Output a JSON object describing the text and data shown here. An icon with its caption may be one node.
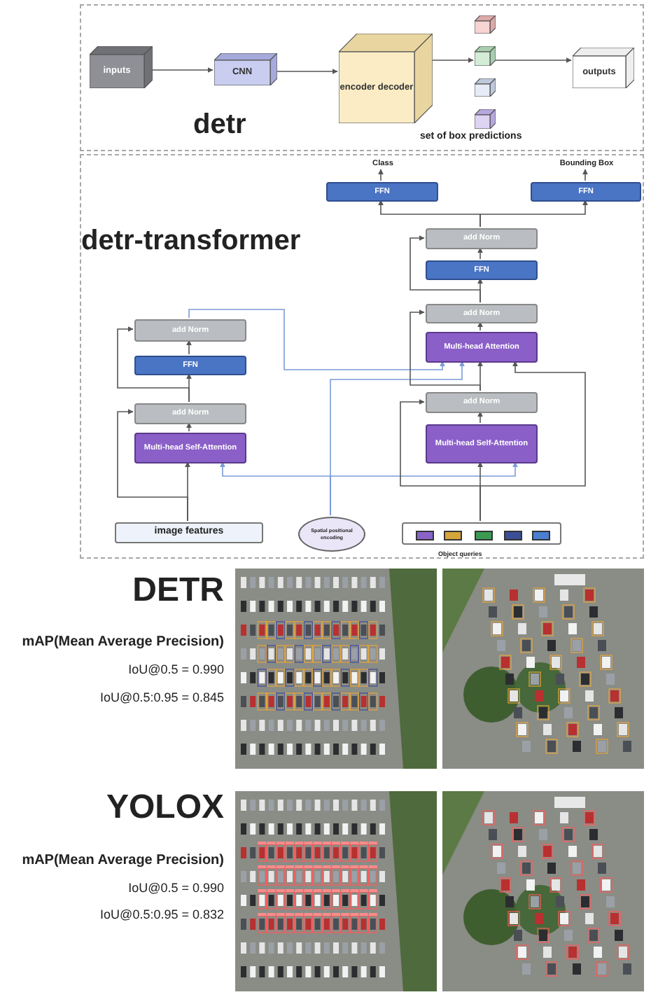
{
  "diagram": {
    "nodes": [
      {
        "text": [
          "detr"
        ]
      },
      {
        "text": [
          "inputs"
        ],
        "in": 0
      },
      {
        "text": [
          "CNN"
        ],
        "in": 0
      },
      {
        "text": [
          "encoder decoder"
        ],
        "in": 0
      },
      {
        "text": [],
        "shape": "box",
        "in": 0
      },
      {
        "text": [],
        "shape": "box",
        "in": 0
      },
      {
        "text": [],
        "shape": "box",
        "in": 0
      },
      {
        "text": [],
        "shape": "box",
        "in": 0
      },
      {
        "text": [
          "outputs"
        ],
        "in": 0
      },
      {
        "text": [
          "detr-transformer"
        ]
      },
      {
        "text": [
          "add Norm"
        ],
        "in": 9
      },
      {
        "text": [
          "FFN"
        ],
        "in": 9
      },
      {
        "text": [
          "add Norm"
        ],
        "in": 9
      },
      {
        "text": [
          "Multi-head Self-Attention"
        ],
        "in": 9
      },
      {
        "text": [
          "image features"
        ],
        "in": 9
      },
      {
        "text": [
          "Spatial positional encoding"
        ],
        "in": 9
      },
      {
        "text": [
          "Class"
        ],
        "in": 9
      },
      {
        "text": [
          "Bounding Box"
        ],
        "in": 9
      },
      {
        "text": [
          "FFN"
        ],
        "in": 9
      },
      {
        "text": [
          "FFN"
        ],
        "in": 9
      },
      {
        "text": [
          "add Norm"
        ],
        "in": 9
      },
      {
        "text": [
          "FFN"
        ],
        "in": 9
      },
      {
        "text": [
          "add Norm"
        ],
        "in": 9
      },
      {
        "text": [
          "Multi-head Attention"
        ],
        "in": 9
      },
      {
        "text": [
          "add Norm"
        ],
        "in": 9
      },
      {
        "text": [
          "Multi-head Self-Attention"
        ],
        "in": 9
      },
      {
        "text": [],
        "shape": "box",
        "beside": [
          "Object queries"
        ],
        "in": 9
      },
      {
        "text": [],
        "shape": "box",
        "in": 26
      },
      {
        "text": [],
        "shape": "box",
        "in": 26
      },
      {
        "text": [],
        "shape": "box",
        "in": 26
      },
      {
        "text": [],
        "shape": "box",
        "in": 26
      },
      {
        "text": [],
        "shape": "box",
        "in": 26
      }
    ],
    "edges": [
      {
        "from": 1,
        "to": 2,
        "arrow": "to"
      },
      {
        "from": 2,
        "to": 3,
        "arrow": "to"
      },
      {
        "from": 3,
        "to": 5,
        "arrow": "to"
      },
      {
        "from": 5,
        "to": 8,
        "arrow": "to"
      },
      {
        "from": 14,
        "to": 13,
        "arrow": "to"
      },
      {
        "from": 14,
        "to": 12,
        "arrow": "to"
      },
      {
        "from": 13,
        "to": 12,
        "arrow": "to"
      },
      {
        "from": 12,
        "to": 11,
        "arrow": "to"
      },
      {
        "from": 12,
        "to": 10,
        "arrow": "to"
      },
      {
        "from": 11,
        "to": 10,
        "arrow": "to"
      },
      {
        "from": 15,
        "to": 13,
        "arrow": "to",
        "color": "#7b9bd8"
      },
      {
        "from": 15,
        "to": 25,
        "arrow": "to",
        "color": "#7b9bd8"
      },
      {
        "from": 15,
        "to": 23,
        "arrow": "to",
        "color": "#7b9bd8"
      },
      {
        "from": 10,
        "to": 23,
        "arrow": "to",
        "color": "#7b9bd8"
      },
      {
        "from": 26,
        "to": 25,
        "arrow": "to"
      },
      {
        "from": 26,
        "to": 24,
        "arrow": "to"
      },
      {
        "from": 26,
        "to": 23,
        "arrow": "to"
      },
      {
        "from": 25,
        "to": 24,
        "arrow": "to"
      },
      {
        "from": 24,
        "to": 23,
        "arrow": "to"
      },
      {
        "from": 24,
        "to": 22,
        "arrow": "to"
      },
      {
        "from": 23,
        "to": 22,
        "arrow": "to"
      },
      {
        "from": 22,
        "to": 21,
        "arrow": "to"
      },
      {
        "from": 22,
        "to": 20,
        "arrow": "to"
      },
      {
        "from": 21,
        "to": 20,
        "arrow": "to"
      },
      {
        "from": 20,
        "to": 18,
        "arrow": "to"
      },
      {
        "from": 20,
        "to": 19,
        "arrow": "to"
      },
      {
        "from": 18,
        "to": 16,
        "arrow": "to"
      },
      {
        "from": 19,
        "to": 17,
        "arrow": "to"
      }
    ],
    "labels": [
      "set of box predictions",
      "DETR",
      "mAP(Mean Average Precision)",
      "IoU@0.5 = 0.990",
      "IoU@0.5:0.95 = 0.845",
      "YOLOX",
      "mAP(Mean Average Precision)",
      "IoU@0.5 = 0.990",
      "IoU@0.5:0.95 = 0.832"
    ]
  }
}
